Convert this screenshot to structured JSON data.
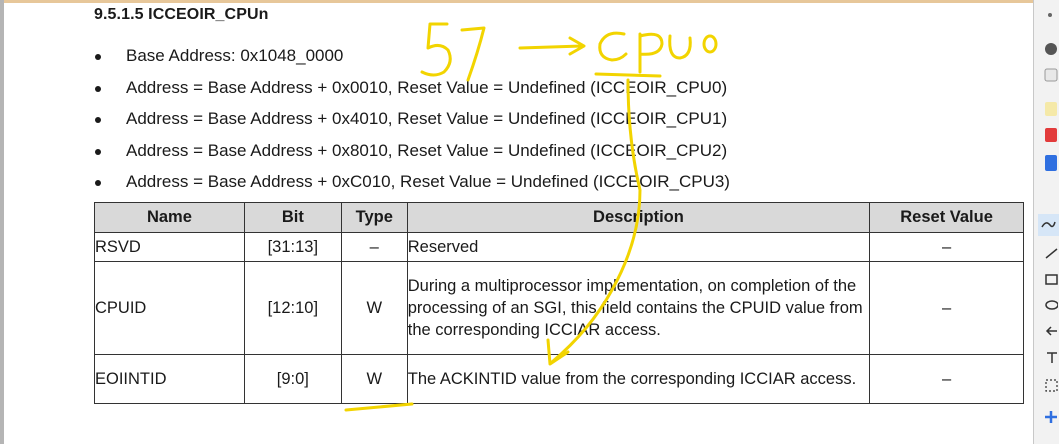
{
  "section": {
    "title": "9.5.1.5 ICCEOIR_CPUn"
  },
  "addresses": [
    "Base Address: 0x1048_0000",
    "Address = Base Address + 0x0010, Reset Value = Undefined (ICCEOIR_CPU0)",
    "Address = Base Address + 0x4010, Reset Value = Undefined (ICCEOIR_CPU1)",
    "Address = Base Address + 0x8010, Reset Value = Undefined (ICCEOIR_CPU2)",
    "Address = Base Address + 0xC010, Reset Value = Undefined (ICCEOIR_CPU3)"
  ],
  "table": {
    "headers": [
      "Name",
      "Bit",
      "Type",
      "Description",
      "Reset Value"
    ],
    "rows": [
      {
        "name": "RSVD",
        "bit": "[31:13]",
        "type": "–",
        "description": "Reserved",
        "reset": "–"
      },
      {
        "name": "CPUID",
        "bit": "[12:10]",
        "type": "W",
        "description": "During a multiprocessor implementation, on completion of the processing of an SGI, this field contains the CPUID value from the corresponding ICCIAR access.",
        "reset": "–"
      },
      {
        "name": "EOIINTID",
        "bit": "[9:0]",
        "type": "W",
        "description": "The ACKINTID value from the corresponding ICCIAR access.",
        "reset": "–"
      }
    ]
  },
  "annotation": {
    "handwriting": "57 → CPU0",
    "ink_color": "#f2d400"
  },
  "toolbar": {
    "tools": [
      "pin-icon",
      "dot-icon",
      "eraser-icon",
      "pen-icon",
      "highlighter-icon",
      "color-red",
      "color-blue",
      "curve-icon",
      "line-icon",
      "rectangle-icon",
      "ellipse-icon",
      "arrow-icon",
      "text-icon",
      "select-icon",
      "add-icon"
    ],
    "colors": {
      "red": "#e23b3b",
      "blue": "#2f6fe0",
      "selected_bg": "#d6e6f7"
    }
  }
}
